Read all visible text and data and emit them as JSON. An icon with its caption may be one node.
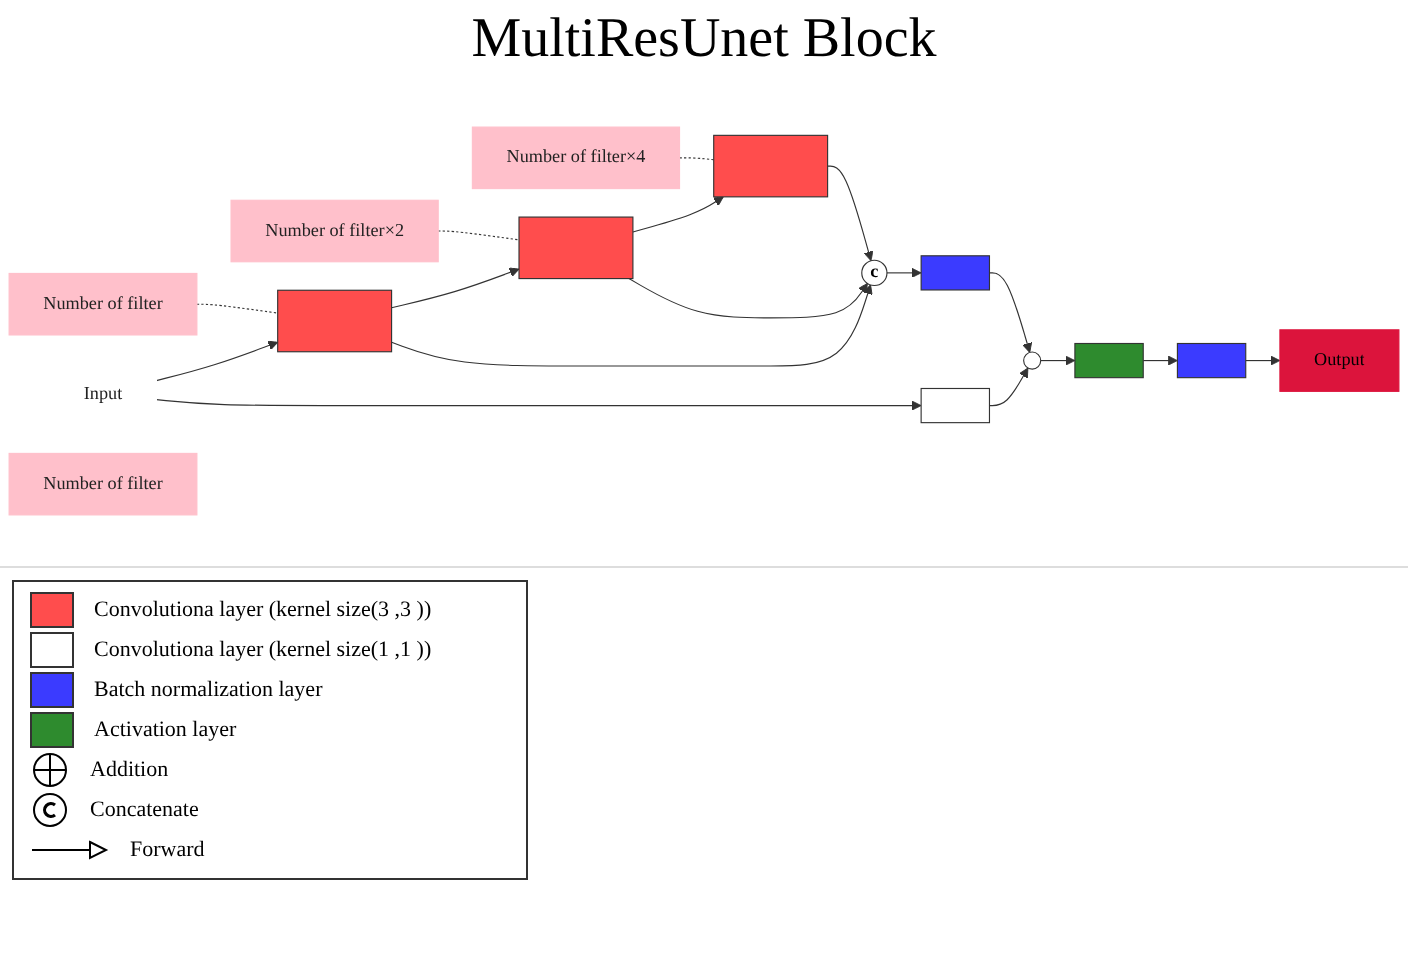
{
  "diagram": {
    "title": "MultiResUnet Block",
    "nodes": [
      {
        "text": [
          "Number of filter"
        ]
      },
      {
        "text": [
          "Number of filter×2"
        ]
      },
      {
        "text": [
          "Number of filter×4"
        ]
      },
      {
        "text": [
          "Input"
        ]
      },
      {
        "text": [],
        "shape": "box"
      },
      {
        "text": [],
        "shape": "box"
      },
      {
        "text": [],
        "shape": "box"
      },
      {
        "text": [
          "c"
        ]
      },
      {
        "text": [],
        "shape": "box"
      },
      {
        "text": [],
        "shape": "circle"
      },
      {
        "text": [],
        "shape": "box"
      },
      {
        "text": [],
        "shape": "box"
      },
      {
        "text": [
          "Output"
        ]
      },
      {
        "text": [],
        "shape": "box"
      },
      {
        "text": [
          "Number of filter"
        ]
      }
    ],
    "edges": [
      {
        "from": 0,
        "to": 4,
        "arrow": "none",
        "style": "dashed"
      },
      {
        "from": 1,
        "to": 5,
        "arrow": "none",
        "style": "dashed"
      },
      {
        "from": 2,
        "to": 6,
        "arrow": "none",
        "style": "dashed"
      },
      {
        "from": 3,
        "to": 4,
        "arrow": "to"
      },
      {
        "from": 4,
        "to": 5,
        "arrow": "to"
      },
      {
        "from": 5,
        "to": 6,
        "arrow": "to"
      },
      {
        "from": 6,
        "to": 7,
        "arrow": "to"
      },
      {
        "from": 4,
        "to": 7,
        "arrow": "to"
      },
      {
        "from": 5,
        "to": 7,
        "arrow": "to"
      },
      {
        "from": 3,
        "to": 13,
        "arrow": "to"
      },
      {
        "from": 7,
        "to": 8,
        "arrow": "to"
      },
      {
        "from": 8,
        "to": 9,
        "arrow": "to"
      },
      {
        "from": 13,
        "to": 9,
        "arrow": "to"
      },
      {
        "from": 9,
        "to": 10,
        "arrow": "to"
      },
      {
        "from": 10,
        "to": 11,
        "arrow": "to"
      },
      {
        "from": 11,
        "to": 12,
        "arrow": "to"
      }
    ],
    "legend": [
      {
        "text": "Convolutiona layer (kernel size(3 ,3 ))",
        "color": "#ff4d4d"
      },
      {
        "text": "Convolutiona layer (kernel size(1 ,1 ))",
        "color": "#ffffff"
      },
      {
        "text": "Batch normalization layer",
        "color": "#3b3bff"
      },
      {
        "text": "Activation layer",
        "color": "#2e8b2e"
      },
      {
        "text": "Addition"
      },
      {
        "text": "Concatenate"
      },
      {
        "text": "Forward"
      }
    ]
  }
}
